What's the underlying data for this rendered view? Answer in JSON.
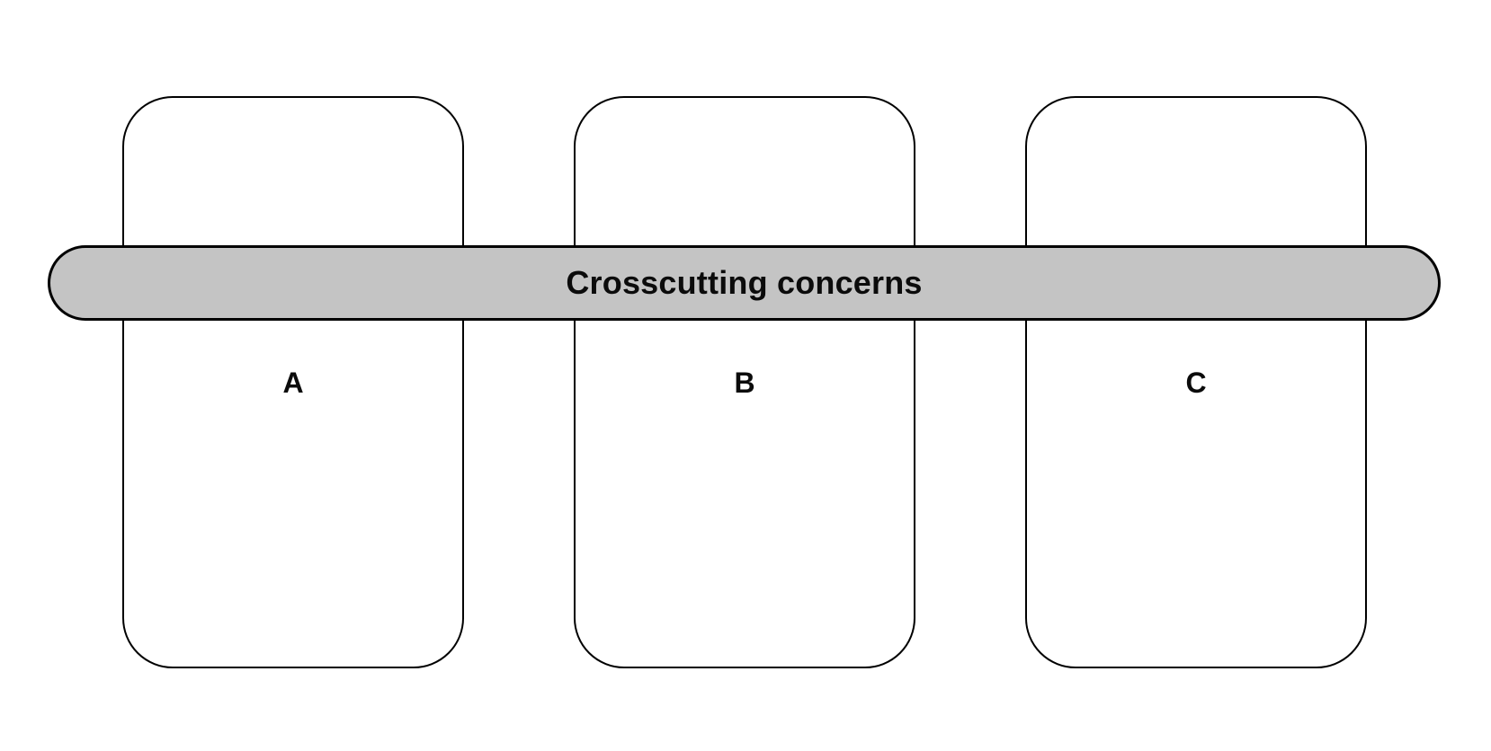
{
  "diagram": {
    "bar": {
      "label": "Crosscutting concerns",
      "fill_color": "#c4c4c4",
      "border_color": "#000000"
    },
    "boxes": [
      {
        "label": "A"
      },
      {
        "label": "B"
      },
      {
        "label": "C"
      }
    ],
    "colors": {
      "background": "#ffffff",
      "box_fill": "#ffffff",
      "box_border": "#000000",
      "text": "#0b0b0b"
    }
  }
}
